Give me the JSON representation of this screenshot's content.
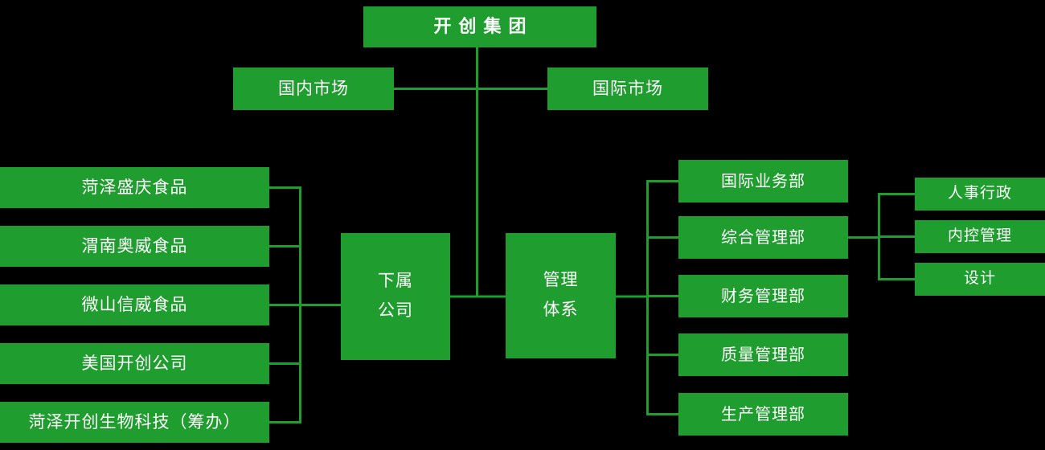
{
  "colors": {
    "box_green": "#1f9d2f",
    "background": "#000000",
    "text_white": "#ffffff"
  },
  "org_chart": {
    "root": {
      "label": "开创集团"
    },
    "markets": {
      "domestic": "国内市场",
      "international": "国际市场"
    },
    "hubs": {
      "subsidiaries": {
        "line1": "下属",
        "line2": "公司"
      },
      "management": {
        "line1": "管理",
        "line2": "体系"
      }
    },
    "subsidiaries": [
      "菏泽盛庆食品",
      "渭南奥威食品",
      "微山信威食品",
      "美国开创公司",
      "菏泽开创生物科技（筹办）"
    ],
    "departments": [
      "国际业务部",
      "综合管理部",
      "财务管理部",
      "质量管理部",
      "生产管理部"
    ],
    "general_dept_children": [
      "人事行政",
      "内控管理",
      "设计"
    ]
  }
}
